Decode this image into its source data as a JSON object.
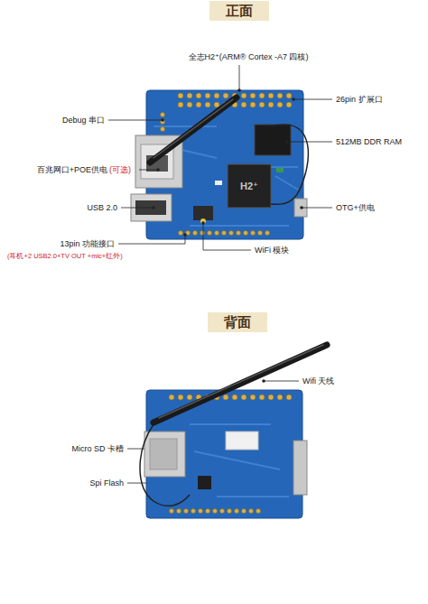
{
  "diagram": {
    "nodes": [
      {
        "text": [
          "正面"
        ]
      },
      {
        "text": [
          "背面"
        ]
      }
    ],
    "labels": [
      "全志H2⁺(ARM® Cortex -A7 四核)",
      "26pin 扩展口",
      "Debug 串口",
      "512MB DDR RAM",
      "百兆网口+POE供电",
      "(可选)",
      "USB 2.0",
      "OTG+供电",
      "13pin 功能接口",
      "(耳机+2 USB2.0+TV OUT +mic+红外)",
      "WiFi 模块",
      "H2⁺",
      "Wifi 天线",
      "Micro SD 卡槽",
      "Spi Flash"
    ]
  }
}
